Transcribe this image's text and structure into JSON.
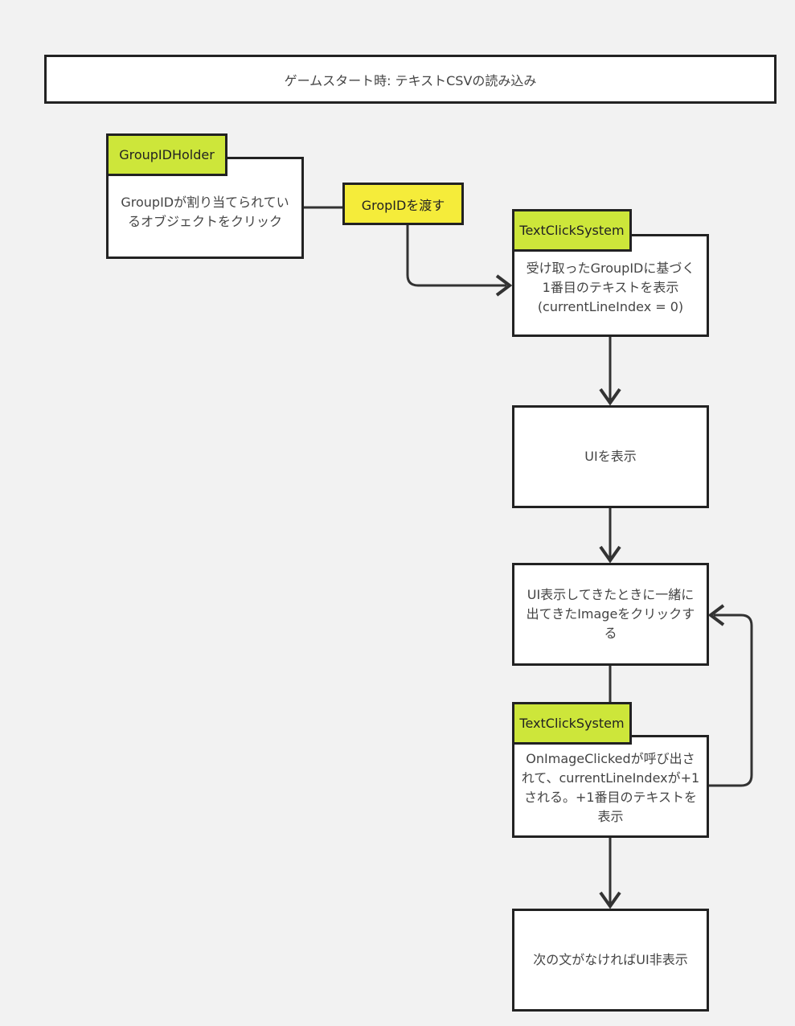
{
  "header": {
    "title": "ゲームスタート時: テキストCSVの読み込み"
  },
  "nodes": {
    "click_object": {
      "tag": "GroupIDHolder",
      "text": "GroupIDが割り当てられてい\nるオブジェクトをクリック"
    },
    "pass_id": {
      "tag": "GropIDを渡す"
    },
    "show_first": {
      "tag": "TextClickSystem",
      "text": "受け取ったGroupIDに基づく\n1番目のテキストを表示\n(currentLineIndex = 0)"
    },
    "show_ui": {
      "text": "UIを表示"
    },
    "click_image": {
      "text": "UI表示してきたときに一緒に\n出てきたImageをクリックす\nる"
    },
    "on_clicked": {
      "tag": "TextClickSystem",
      "text": "OnImageClickedが呼び出さ\nれて、currentLineIndexが+1\nされる。+1番目のテキストを\n表示"
    },
    "hide_ui": {
      "text": "次の文がなければUI非表示"
    }
  },
  "colors": {
    "background": "#f2f2f2",
    "tag_green": "#cde63a",
    "tag_yellow": "#f5ec3a",
    "border": "#222222"
  }
}
